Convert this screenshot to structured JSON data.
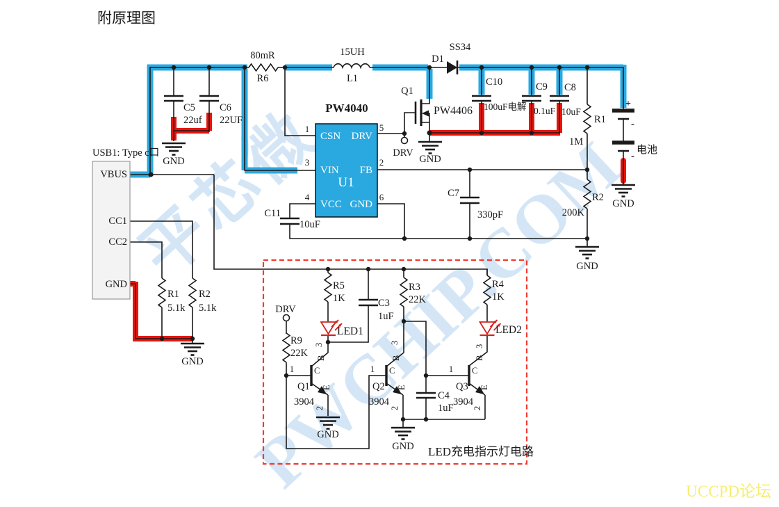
{
  "title": "附原理图",
  "watermark": {
    "cn": "平芯微",
    "en": "PWCHIP.COM"
  },
  "credit": "UCCPD论坛",
  "labels": {
    "gnd": "GND",
    "drv": "DRV",
    "battery": "电池",
    "plus": "+",
    "minus": "-",
    "led_box": "LED充电指示灯电路"
  },
  "usb": {
    "title": "USB1: Type c口",
    "pins": {
      "vbus": "VBUS",
      "cc1": "CC1",
      "cc2": "CC2",
      "gnd": "GND"
    }
  },
  "u1": {
    "ref": "U1",
    "part": "PW4040",
    "pins": {
      "csn": {
        "num": "1",
        "name": "CSN"
      },
      "drv": {
        "num": "5",
        "name": "DRV"
      },
      "vin": {
        "num": "3",
        "name": "VIN"
      },
      "fb": {
        "num": "2",
        "name": "FB"
      },
      "vcc": {
        "num": "4",
        "name": "VCC"
      },
      "gnd": {
        "num": "6",
        "name": "GND"
      }
    }
  },
  "components": {
    "r6": {
      "ref": "R6",
      "value": "80mR"
    },
    "l1": {
      "ref": "L1",
      "value": "15UH"
    },
    "d1": {
      "ref": "D1",
      "value": "SS34"
    },
    "q1_mosfet": {
      "ref": "Q1",
      "value": "PW4406"
    },
    "c5": {
      "ref": "C5",
      "value": "22uf"
    },
    "c6": {
      "ref": "C6",
      "value": "22UF"
    },
    "c10": {
      "ref": "C10",
      "value": "100uF电解"
    },
    "c9": {
      "ref": "C9",
      "value": "0.1uF"
    },
    "c8": {
      "ref": "C8",
      "value": "10uF"
    },
    "r1": {
      "ref": "R1",
      "value": "1M"
    },
    "r2": {
      "ref": "R2",
      "value": "200K"
    },
    "c7": {
      "ref": "C7",
      "value": "330pF"
    },
    "c11": {
      "ref": "C11",
      "value": "10uF"
    },
    "r1_usb": {
      "ref": "R1",
      "value": "5.1k"
    },
    "r2_usb": {
      "ref": "R2",
      "value": "5.1k"
    },
    "r5": {
      "ref": "R5",
      "value": "1K"
    },
    "r3": {
      "ref": "R3",
      "value": "22K"
    },
    "r4": {
      "ref": "R4",
      "value": "1K"
    },
    "r9": {
      "ref": "R9",
      "value": "22K"
    },
    "c3": {
      "ref": "C3",
      "value": "1uF"
    },
    "c4": {
      "ref": "C4",
      "value": "1uF"
    },
    "led1": {
      "ref": "LED1"
    },
    "led2": {
      "ref": "LED2"
    },
    "q1": {
      "ref": "Q1",
      "value": "3904"
    },
    "q2": {
      "ref": "Q2",
      "value": "3904"
    },
    "q3": {
      "ref": "Q3",
      "value": "3904"
    }
  },
  "tpin": {
    "c": "C",
    "b": "B",
    "e": "E",
    "n1": "1",
    "n2": "2",
    "n3": "3"
  }
}
